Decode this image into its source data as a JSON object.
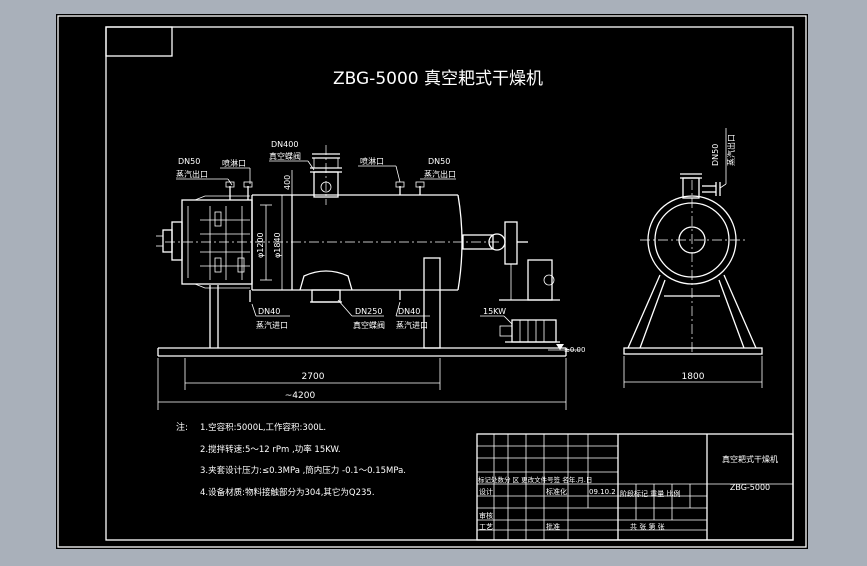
{
  "title": "ZBG-5000 真空耙式干燥机",
  "labels": {
    "dn50_left": "DN50",
    "steam_outlet_left": "蒸汽出口",
    "spray_port_left": "喷淋口",
    "dn400": "DN400",
    "vacuum_valve_top": "真空蝶阀",
    "spray_port_right": "喷淋口",
    "dn50_right": "DN50",
    "steam_outlet_right": "蒸汽出口",
    "dim_400": "400",
    "dia_1200": "φ1200",
    "dia_1840": "φ1840",
    "dn40_left": "DN40",
    "steam_inlet_left": "蒸汽进口",
    "dn250": "DN250",
    "vacuum_valve_bottom": "真空蝶阀",
    "dn40_right": "DN40",
    "steam_inlet_right": "蒸汽进口",
    "motor": "15KW",
    "elev_000": "±0.00",
    "dim_2700": "2700",
    "dim_4200": "~4200",
    "side_dn50": "DN50",
    "side_steam_outlet": "蒸汽出口",
    "dim_1800": "1800"
  },
  "notes": {
    "heading": "注:",
    "items": [
      "1.空容积:5000L,工作容积:300L.",
      "2.搅拌转速:5～12 rPm ,功率 15KW.",
      "3.夹套设计压力:≤0.3MPa ,筒内压力 -0.1～0.15MPa.",
      "4.设备材质:物料接触部分为304,其它为Q235."
    ]
  },
  "title_block": {
    "drawing_name": "真空耙式干燥机",
    "drawing_code": "ZBG-5000",
    "revision_header": "标记处数分 区 更改文件号签 名年.月.日",
    "design": "设计",
    "standardization": "标准化",
    "date": "09.10.2",
    "stage_header": "阶段标记 重量 比例",
    "review": "审核",
    "process": "工艺",
    "approve": "批准",
    "sheets": "共 张 第 张"
  }
}
